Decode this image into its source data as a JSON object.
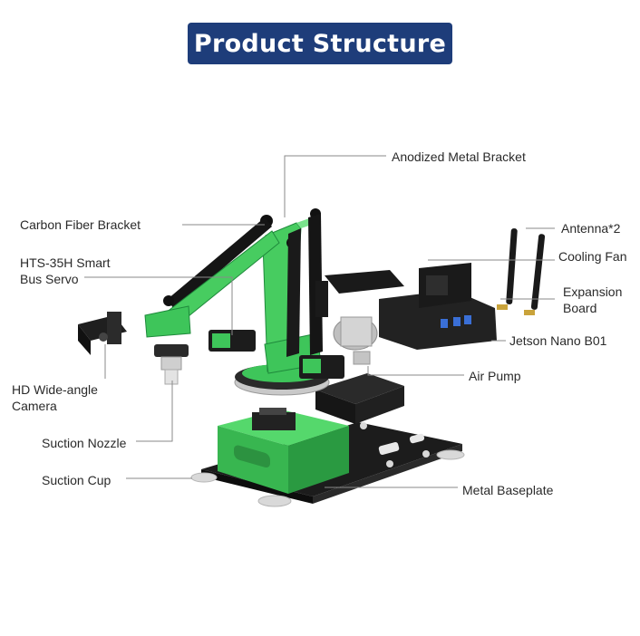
{
  "title": "Product Structure",
  "colors": {
    "title_bg": "#1e3d7a",
    "arm_green": "#3ec55a",
    "dark_green": "#1f8a3c",
    "black_part": "#1c1c1c",
    "leader_line": "#8a8a8a"
  },
  "labels": {
    "anodized_bracket": "Anodized Metal Bracket",
    "carbon_fiber": "Carbon Fiber Bracket",
    "servo_line1": "HTS-35H Smart",
    "servo_line2": "Bus Servo",
    "camera_line1": "HD Wide-angle",
    "camera_line2": "Camera",
    "suction_nozzle": "Suction Nozzle",
    "suction_cup": "Suction Cup",
    "antenna": "Antenna*2",
    "cooling_fan": "Cooling Fan",
    "expansion_line1": "Expansion",
    "expansion_line2": "Board",
    "jetson": "Jetson Nano B01",
    "air_pump": "Air Pump",
    "baseplate": "Metal Baseplate"
  }
}
